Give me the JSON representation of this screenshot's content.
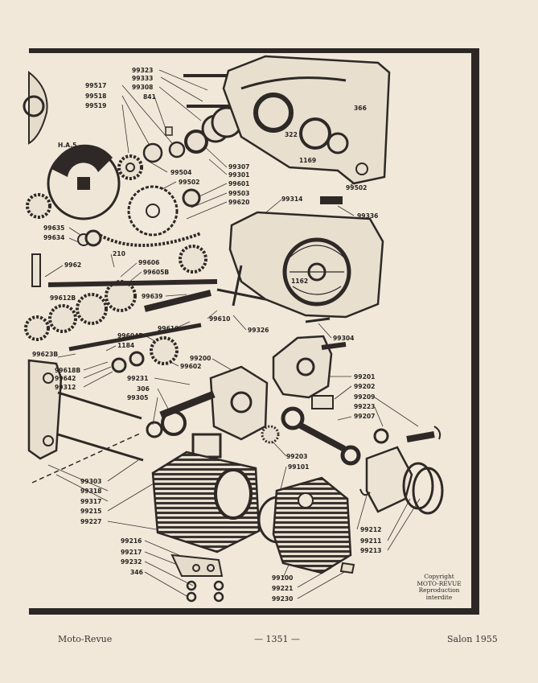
{
  "labels": {
    "l99323": "99323",
    "l99333": "99333",
    "l99308": "99308",
    "l841": "841",
    "l99517": "99517",
    "l99518": "99518",
    "l99519": "99519",
    "l366": "366",
    "l322": "322",
    "l1169": "1169",
    "lHAS": "H.A.5",
    "l99307": "99307",
    "l99301": "99301",
    "l99504": "99504",
    "l99502a": "99502",
    "l99601": "99601",
    "l99503": "99503",
    "l99620": "99620",
    "l99502b": "99502",
    "l99314": "99314",
    "l99336": "99336",
    "l99635": "99635",
    "l99634": "99634",
    "l210": "210",
    "l9962": "9962",
    "l99606": "99606",
    "l99605B": "99605B",
    "l1162": "1162",
    "l99612B": "99612B",
    "l99639": "99639",
    "l99610": "99610",
    "l99326": "99326",
    "l99619": "99619",
    "l99604B": "99604B",
    "l99304": "99304",
    "l1184": "1184",
    "l99623B": "99623B",
    "l99200": "99200",
    "l99602": "99602",
    "l99618B": "99618B",
    "l99642": "99642",
    "l99312": "99312",
    "l99231": "99231",
    "l306": "306",
    "l99305": "99305",
    "l99201": "99201",
    "l99202": "99202",
    "l99209": "99209",
    "l99223": "99223",
    "l99207": "99207",
    "l99203": "99203",
    "l99101": "99101",
    "l99303": "99303",
    "l99318": "99318",
    "l99317": "99317",
    "l99215": "99215",
    "l99227": "99227",
    "l99212": "99212",
    "l99211": "99211",
    "l99213": "99213",
    "l99216": "99216",
    "l99217": "99217",
    "l99232": "99232",
    "l346": "346",
    "l99100": "99100",
    "l99221": "99221",
    "l99230": "99230"
  },
  "copyright": {
    "line1": "Copyright",
    "line2": "MOTO-REVUE",
    "line3": "Reproduction",
    "line4": "interdite"
  },
  "footer": {
    "left": "Moto-Revue",
    "center": "— 1351 —",
    "right": "Salon 1955"
  }
}
